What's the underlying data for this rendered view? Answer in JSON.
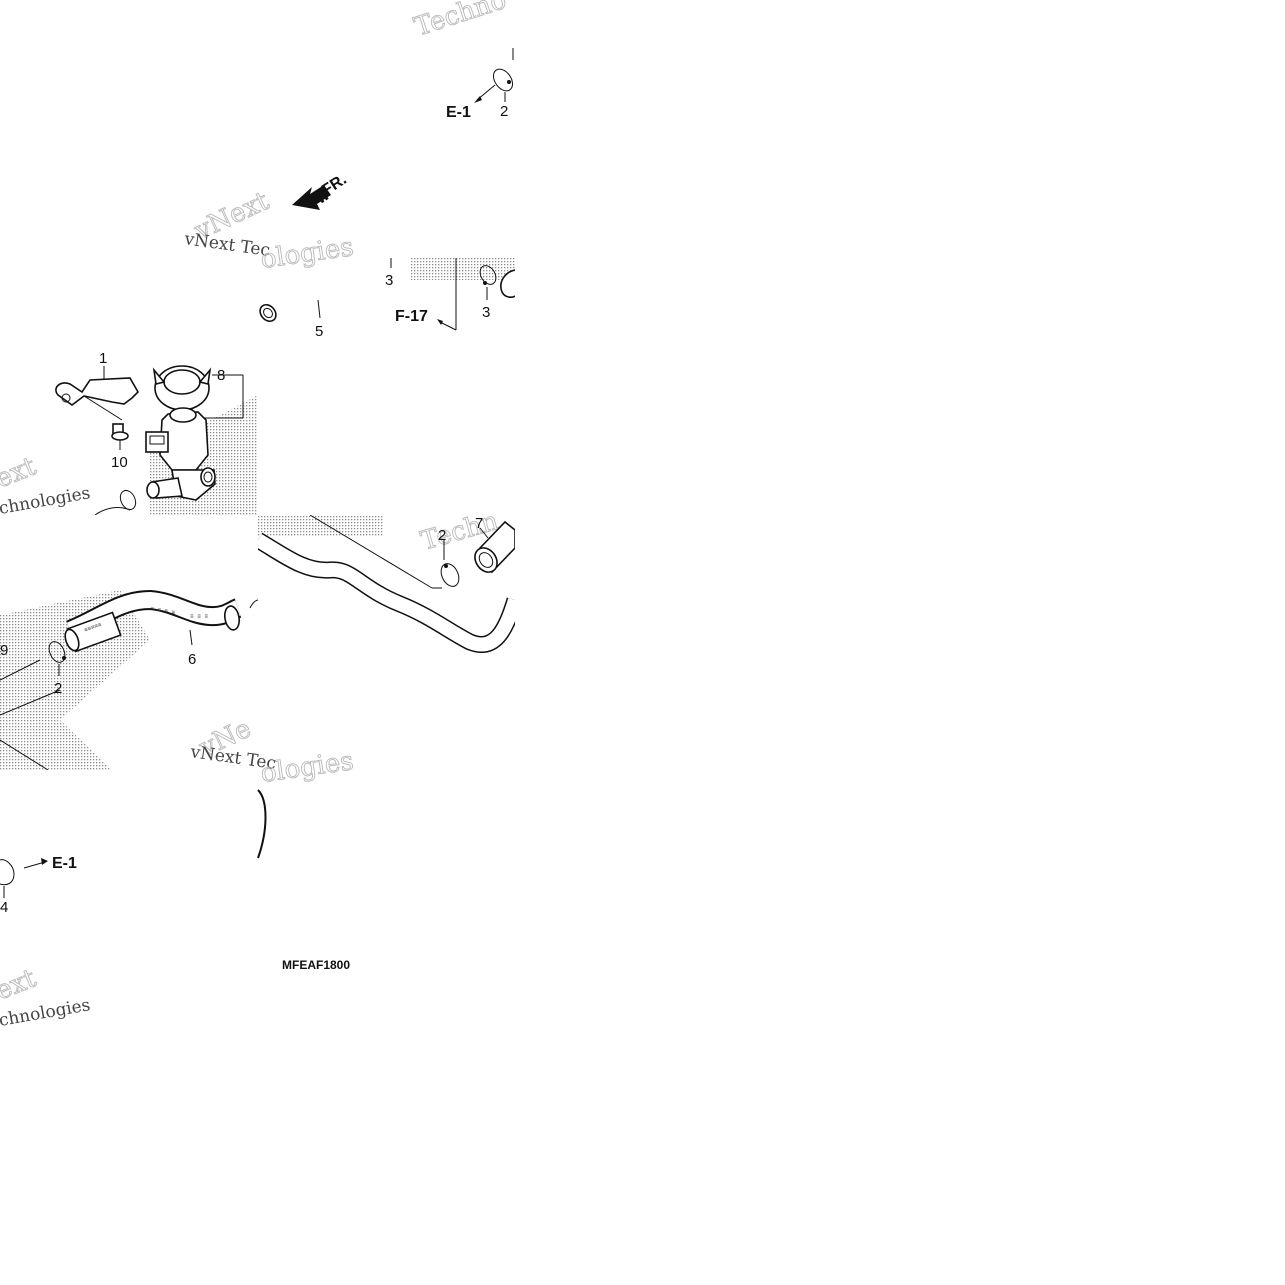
{
  "diagram": {
    "code": "MFEAF1800",
    "direction_label": "FR.",
    "refs": {
      "e1_top": "E-1",
      "e1_bottom": "E-1",
      "f17": "F-17"
    },
    "parts": {
      "p1": "1",
      "p2a": "2",
      "p2b": "2",
      "p2c": "2",
      "p3a": "3",
      "p3b": "3",
      "p4": "4",
      "p5": "5",
      "p6": "6",
      "p7": "7",
      "p8": "8",
      "p9": "9",
      "p10": "10"
    },
    "watermarks": {
      "w1": "Techno",
      "w2": "vNext",
      "w3": "vNext Tec",
      "w4": "ologies",
      "w5": "ext",
      "w6": "chnologies",
      "w7": "Techn",
      "w8": "vNe",
      "w9": "vNext Tec",
      "w10": "ologies",
      "w11": "ext",
      "w12": "chnologies"
    }
  }
}
